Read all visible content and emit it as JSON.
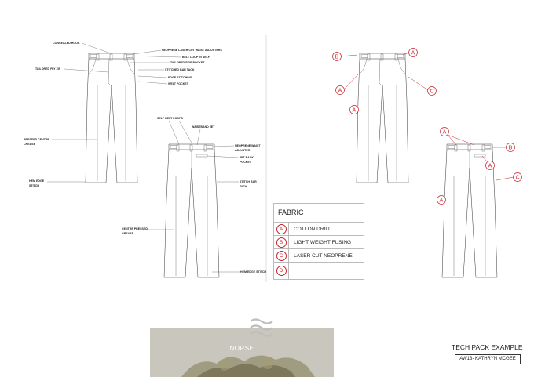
{
  "labels": {
    "concealed_hook": "CONCEALED HOOK",
    "neoprene_waist_adjusters": "NEOPRENE LASER CUT WAIST ADJUSTERS",
    "belt_loop_self": "BELT LOOP IN SELF",
    "tailored_side_pocket": "TAILORED SIDE POCKET",
    "tailored_fly_zip": "TAILORED FLY ZIP",
    "stitched_bar_tack": "STITCHED BAR TACK",
    "edge_stitching": "EDGE STITCHING",
    "welt_pocket": "WELT POCKET",
    "pressed_centre_crease_1": "PRESSED CENTRE",
    "pressed_centre_crease_2": "CREASE",
    "hem_edge_stitch_1": "HEM EDGE",
    "hem_edge_stitch_2": "STITCH",
    "self_belt_loops": "SELF BELT LOOPS",
    "waistband_jet": "WAISTBAND JET",
    "neoprene_waist_adjuster_1": "NEOPRENE WAIST",
    "neoprene_waist_adjuster_2": "ADJUSTER",
    "jet_back_pocket_1": "JET BACK",
    "jet_back_pocket_2": "POCKET",
    "stitch_bar_tack_1": "STITCH BAR",
    "stitch_bar_tack_2": "TACK",
    "centre_pressed_crease_1": "CENTRE PRESSED",
    "centre_pressed_crease_2": "CREASE",
    "hem_edge_stitch_back": "HEM EDGE STITCH"
  },
  "callouts": {
    "a": "A",
    "b": "B",
    "c": "C"
  },
  "fabric": {
    "title": "FABRIC",
    "rows": [
      {
        "letter": "A",
        "name": "COTTON DRILL"
      },
      {
        "letter": "B",
        "name": "LIGHT WEIGHT FUSING"
      },
      {
        "letter": "C",
        "name": "LASER CUT NEOPRENE"
      },
      {
        "letter": "D",
        "name": ""
      }
    ]
  },
  "brand": {
    "photo_label": "NORSE",
    "icon": "wave-icon"
  },
  "footer": {
    "title": "TECH PACK EXAMPLE",
    "subtitle": "AW13- KATHRYN MCGEE"
  },
  "colors": {
    "accent": "#c8232c"
  }
}
